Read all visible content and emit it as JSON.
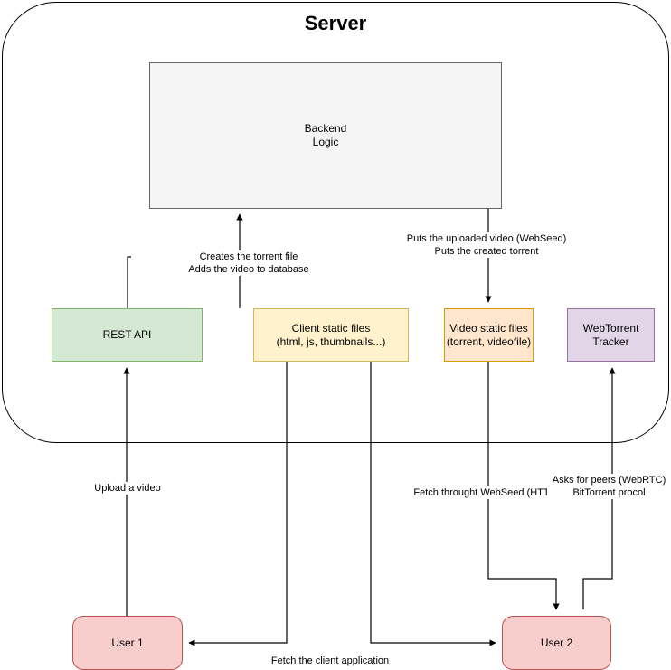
{
  "diagram": {
    "title": "Server",
    "nodes": {
      "server": {
        "label": "Server"
      },
      "backend_logic": {
        "label": "Backend\nLogic",
        "fill": "#f5f5f5",
        "stroke": "#666666"
      },
      "rest_api": {
        "label": "REST API",
        "fill": "#d5e8d4",
        "stroke": "#82b366"
      },
      "client_static_files": {
        "label": "Client static files\n(html, js, thumbnails...)",
        "fill": "#fff2cc",
        "stroke": "#d6b656"
      },
      "video_static_files": {
        "label": "Video static files\n(torrent, videofile)",
        "fill": "#ffe6cc",
        "stroke": "#d79b00"
      },
      "webtorrent_tracker": {
        "label": "WebTorrent\nTracker",
        "fill": "#e1d5e7",
        "stroke": "#9673a6"
      },
      "user_1": {
        "label": "User 1",
        "fill": "#f8cecc",
        "stroke": "#b85450"
      },
      "user_2": {
        "label": "User 2",
        "fill": "#f8cecc",
        "stroke": "#b85450"
      }
    },
    "edge_labels": {
      "creates_torrent": "Creates the torrent file\nAdds the video to database",
      "puts_video": "Puts the uploaded video (WebSeed)\nPuts the created torrent",
      "upload_video": "Upload a video",
      "fetch_webseed": "Fetch throught WebSeed (HTTP)",
      "asks_peers": "Asks for peers (WebRTC)\nBitTorrent procol",
      "fetch_client_app": "Fetch the client application"
    }
  }
}
